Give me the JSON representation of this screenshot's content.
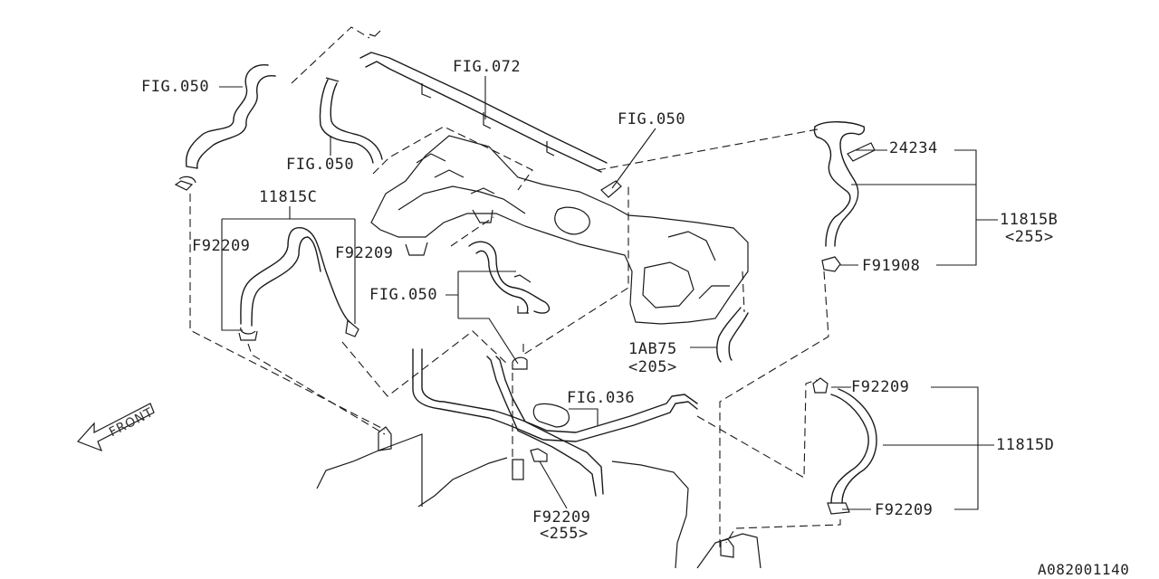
{
  "labels": {
    "fig050_top_left": "FIG.050",
    "fig072": "FIG.072",
    "fig050_center": "FIG.050",
    "fig050_upper": "FIG.050",
    "part_24234": "24234",
    "part_11815c": "11815C",
    "f92209_left": "F92209",
    "f92209_mid": "F92209",
    "part_11815b": "11815B",
    "part_11815b_qty": "<255>",
    "f91908": "F91908",
    "fig050_lower": "FIG.050",
    "part_1ab75": "1AB75",
    "part_1ab75_qty": "<205>",
    "f92209_right_top": "F92209",
    "fig036": "FIG.036",
    "part_11815d": "11815D",
    "f92209_right_bottom": "F92209",
    "f92209_bottom": "F92209",
    "f92209_bottom_qty": "<255>",
    "front": "FRONT",
    "diagram_id": "A082001140"
  }
}
